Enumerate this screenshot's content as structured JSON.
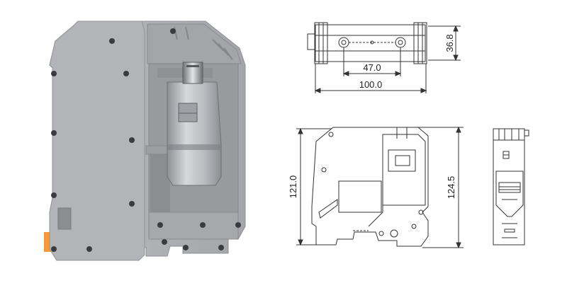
{
  "product": {
    "body_color": "#a9aaad",
    "metal_color": "#c4c6c9",
    "accent_color": "#f29a3c"
  },
  "dimensions": {
    "top_view": {
      "height": "36.8",
      "hole_spacing": "47.0",
      "overall_width": "100.0"
    },
    "side_view": {
      "left_height": "121.0",
      "right_height": "124.5"
    }
  }
}
